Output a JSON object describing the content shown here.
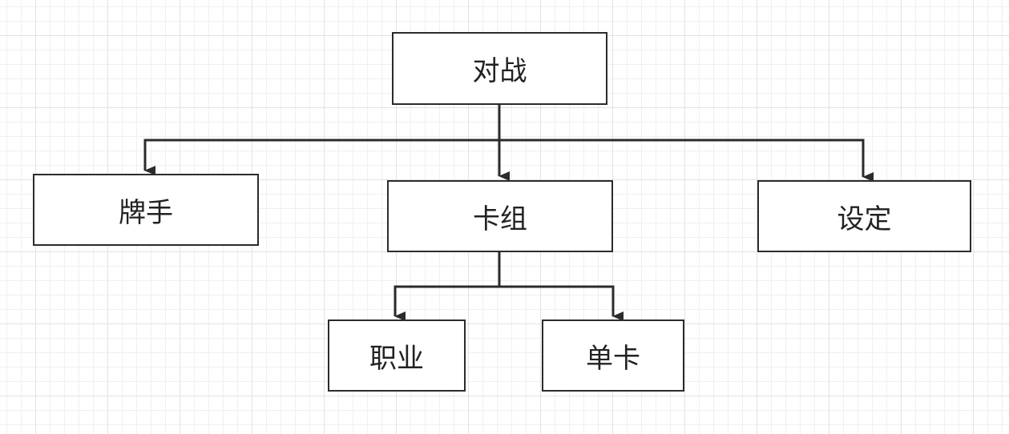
{
  "diagram": {
    "nodes": {
      "root": {
        "label": "对战"
      },
      "hand": {
        "label": "牌手"
      },
      "deck": {
        "label": "卡组"
      },
      "settings": {
        "label": "设定"
      },
      "class": {
        "label": "职业"
      },
      "single_card": {
        "label": "单卡"
      }
    },
    "edges": [
      {
        "from": "root",
        "to": "hand"
      },
      {
        "from": "root",
        "to": "deck"
      },
      {
        "from": "root",
        "to": "settings"
      },
      {
        "from": "deck",
        "to": "class"
      },
      {
        "from": "deck",
        "to": "single_card"
      }
    ],
    "colors": {
      "stroke": "#2b2b2b",
      "node_fill": "#ffffff",
      "grid_major": "#e2e2e2",
      "grid_minor": "#f0f0f0"
    }
  }
}
